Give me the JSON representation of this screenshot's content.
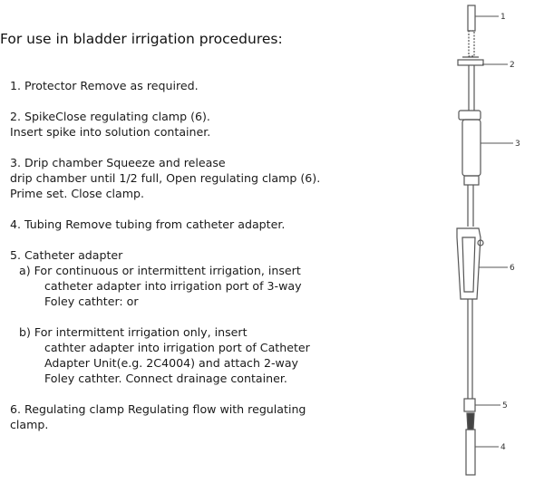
{
  "title": "For use in bladder irrigation procedures:",
  "steps": [
    {
      "lines": [
        "1. Protector Remove as required."
      ]
    },
    {
      "lines": [
        "2. SpikeClose regulating clamp (6).",
        "Insert spike into solution container."
      ]
    },
    {
      "lines": [
        "3. Drip chamber Squeeze and release",
        "drip chamber until 1/2 full, Open regulating clamp (6).",
        "Prime set. Close clamp."
      ]
    },
    {
      "lines": [
        "4. Tubing Remove tubing from catheter adapter."
      ]
    },
    {
      "lines": [
        "5. Catheter adapter"
      ],
      "sub": [
        {
          "label": "a) For continuous or intermittent irrigation, insert",
          "cont": [
            "catheter adapter into irrigation port of 3-way",
            "Foley cathter: or"
          ]
        },
        {
          "label": "b) For intermittent irrigation only, insert",
          "cont": [
            "cathter adapter into irrigation port of Catheter",
            "Adapter Unit(e.g. 2C4004) and attach 2-way",
            "Foley cathter. Connect drainage container."
          ]
        }
      ]
    },
    {
      "lines": [
        "6. Regulating clamp Regulating flow with regulating",
        "clamp."
      ]
    }
  ],
  "diagram": {
    "callouts": [
      "1",
      "2",
      "3",
      "6",
      "5",
      "4"
    ],
    "line_color": "#555555"
  }
}
